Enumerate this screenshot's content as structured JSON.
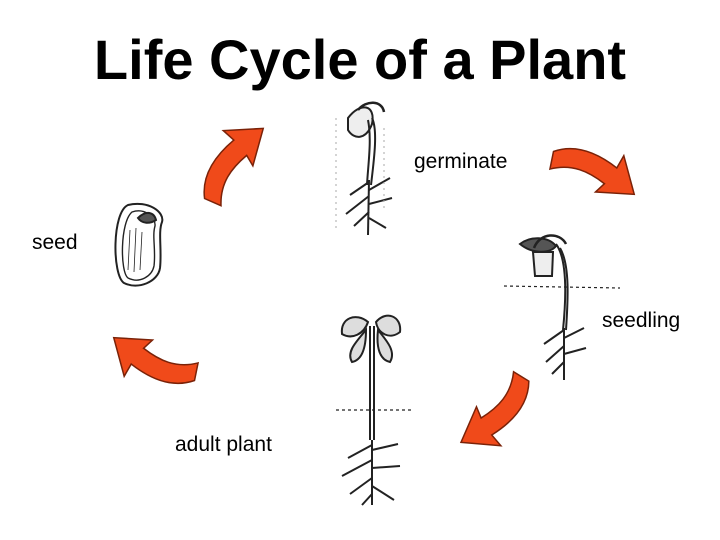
{
  "title": "Life Cycle of a Plant",
  "stages": {
    "seed": "seed",
    "germinate": "germinate",
    "seedling": "seedling",
    "adult_plant": "adult plant"
  },
  "colors": {
    "arrow_fill": "#f04a1a",
    "arrow_stroke": "#7a2208",
    "line_art": "#222222",
    "background": "#ffffff"
  },
  "icons": [
    "seed-drawing-icon",
    "germinating-seed-icon",
    "seedling-icon",
    "adult-plant-icon",
    "cycle-arrow-icon"
  ]
}
